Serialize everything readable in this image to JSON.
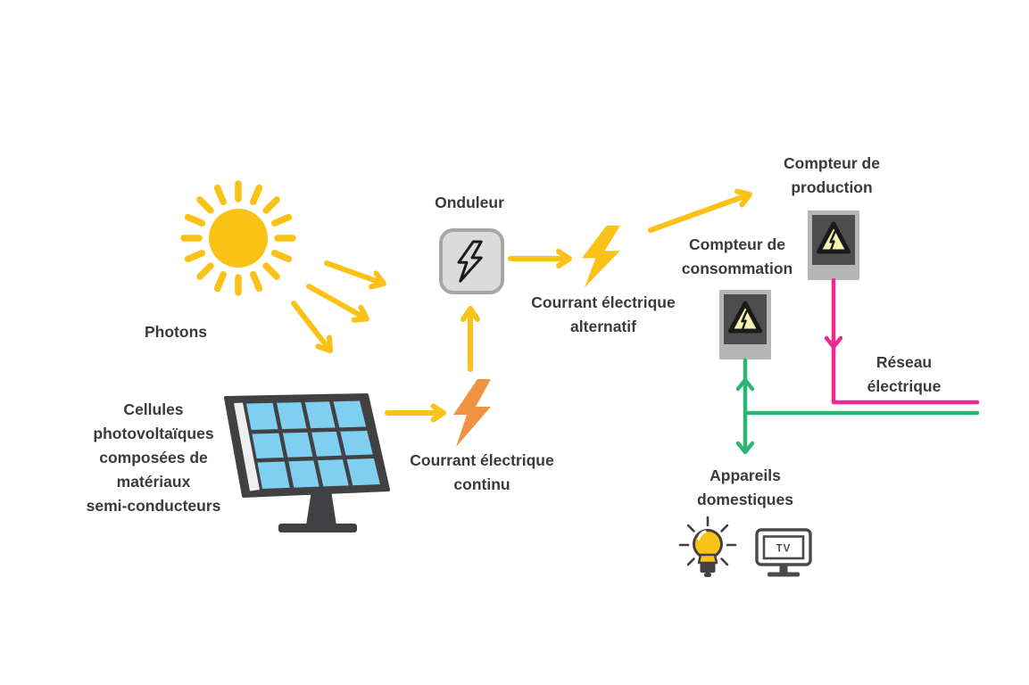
{
  "background": "#FFFFFF",
  "colors": {
    "yellow": "#FAC217",
    "orange": "#F0923F",
    "pink": "#EC2990",
    "green": "#2CB673",
    "panel_cell_blue": "#7FD0F0",
    "dark": "#414042",
    "text": "#3A3A3A",
    "meter_frame_grey": "#B5B5B5",
    "meter_panel_grey": "#4D4D4D",
    "warning_triangle_yellow": "#F6F2B1",
    "inverter_box_fill": "#DBDBDB",
    "inverter_box_border": "#A6A6A6",
    "outline_black": "#1A1A1A",
    "background": "#FFFFFF"
  },
  "labels": {
    "photons": "Photons",
    "solar_cells": [
      "Cellules",
      "photovoltaïques",
      "composées de",
      "matériaux",
      "semi-conducteurs"
    ],
    "dc_current": [
      "Courrant électrique",
      "continu"
    ],
    "inverter": "Onduleur",
    "ac_current": [
      "Courrant électrique",
      "alternatif"
    ],
    "production_meter": [
      "Compteur de",
      "production"
    ],
    "consumption_meter": [
      "Compteur de",
      "consommation"
    ],
    "grid": [
      "Réseau",
      "électrique"
    ],
    "appliances": [
      "Appareils",
      "domestiques"
    ],
    "tv": "TV"
  },
  "icons": [
    "sun-icon",
    "photon-arrow-icon",
    "solar-panel-icon",
    "dc-bolt-icon",
    "inverter-bolt-icon",
    "ac-bolt-icon",
    "electric-meter-icon",
    "warning-bolt-triangle-icon",
    "lightbulb-icon",
    "tv-icon"
  ]
}
